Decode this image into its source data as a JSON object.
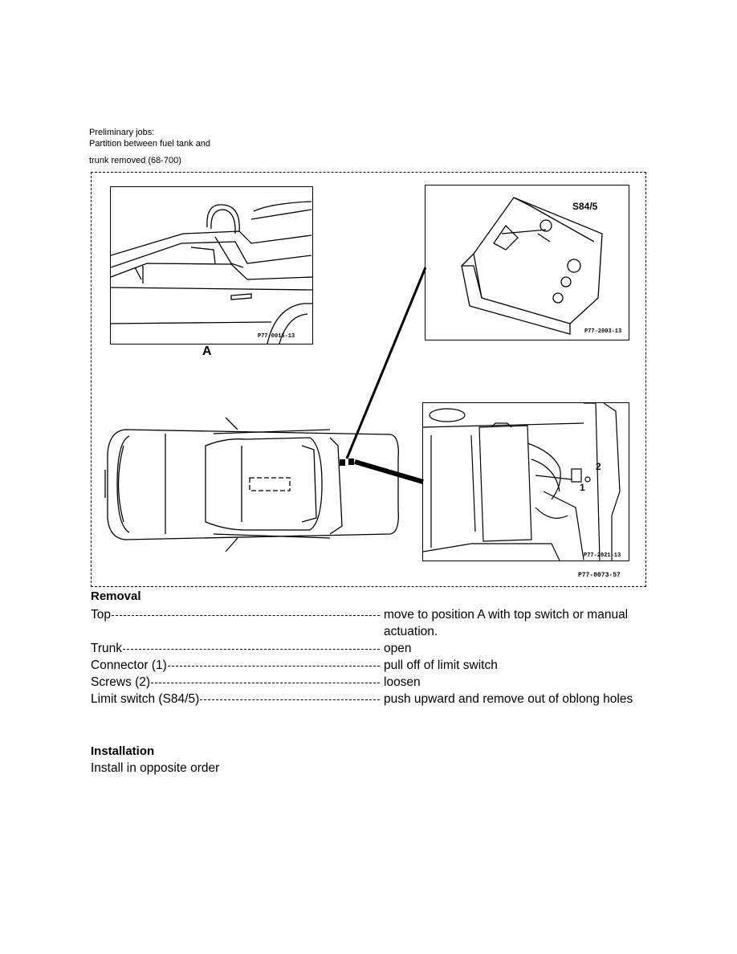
{
  "preliminary": {
    "line1": "Preliminary jobs:",
    "line2": "Partition between fuel tank and",
    "line3": "trunk removed (68-700)"
  },
  "figure": {
    "panel_a_code": "P77-0016-13",
    "panel_a_letter": "A",
    "switch_label": "S84/5",
    "switch_code": "P77-2003-13",
    "detail_code": "P77-2021-13",
    "detail_num_1": "1",
    "detail_num_2": "2",
    "figure_code": "P77-0073-57"
  },
  "removal": {
    "heading": "Removal",
    "steps": [
      {
        "item": "Top",
        "action": "move to position A with top switch or manual actuation."
      },
      {
        "item": "Trunk",
        "action": "open"
      },
      {
        "item": "Connector (1)",
        "action": "pull off of limit switch"
      },
      {
        "item": "Screws (2)",
        "action": "loosen"
      },
      {
        "item": "Limit switch (S84/5)",
        "action": "push upward and remove out of oblong holes"
      }
    ]
  },
  "installation": {
    "heading": "Installation",
    "text": "Install in opposite order"
  }
}
